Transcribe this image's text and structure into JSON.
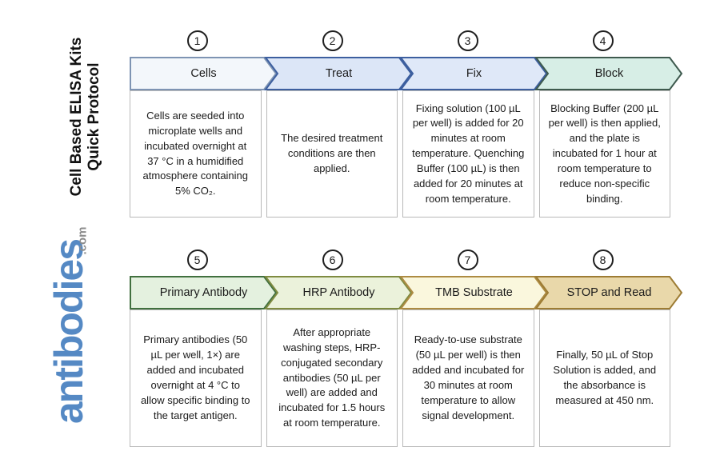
{
  "sidebar": {
    "title_line1": "Cell Based ELISA Kits",
    "title_line2": "Quick Protocol",
    "brand": "antibodies",
    "brand_suffix": ".com",
    "brand_color": "#5589c4",
    "suffix_color": "#8d8d8d"
  },
  "steps": [
    {
      "number": "1",
      "label": "Cells",
      "fill": "#f3f7fb",
      "border": "#7e94b3",
      "description": "Cells are seeded into microplate wells and incubated overnight at 37 °C in a humidified atmosphere containing 5% CO₂."
    },
    {
      "number": "2",
      "label": "Treat",
      "fill": "#dce6f7",
      "border": "#3d5f9f",
      "description": "The desired treatment conditions are then applied."
    },
    {
      "number": "3",
      "label": "Fix",
      "fill": "#dfe8f8",
      "border": "#3d5f9f",
      "description": "Fixing solution (100 µL per well) is added for 20 minutes at room temperature. Quenching Buffer (100 µL) is then added for 20 minutes at room temperature."
    },
    {
      "number": "4",
      "label": "Block",
      "fill": "#d7eee6",
      "border": "#3e5a4e",
      "description": "Blocking Buffer (200 µL per well) is then applied, and the plate is incubated for 1 hour at room temperature to reduce non-specific binding."
    },
    {
      "number": "5",
      "label": "Primary Antibody",
      "fill": "#e4f1df",
      "border": "#41703f",
      "description": "Primary antibodies (50 µL per well, 1×) are added and incubated overnight at 4 °C to allow specific binding to the target antigen."
    },
    {
      "number": "6",
      "label": "HRP Antibody",
      "fill": "#ebf2db",
      "border": "#7f8b41",
      "description": "After appropriate washing steps, HRP-conjugated secondary antibodies (50 µL per well) are added and incubated for 1.5 hours at room temperature."
    },
    {
      "number": "7",
      "label": "TMB Substrate",
      "fill": "#faf7dd",
      "border": "#ad8b42",
      "description": "Ready-to-use substrate (50 µL per well) is then added and incubated for 30 minutes at room temperature to allow signal development."
    },
    {
      "number": "8",
      "label": "STOP and Read",
      "fill": "#e9d8aa",
      "border": "#9d7c34",
      "description": "Finally, 50 µL of Stop Solution is added, and the absorbance is measured at 450 nm."
    }
  ]
}
